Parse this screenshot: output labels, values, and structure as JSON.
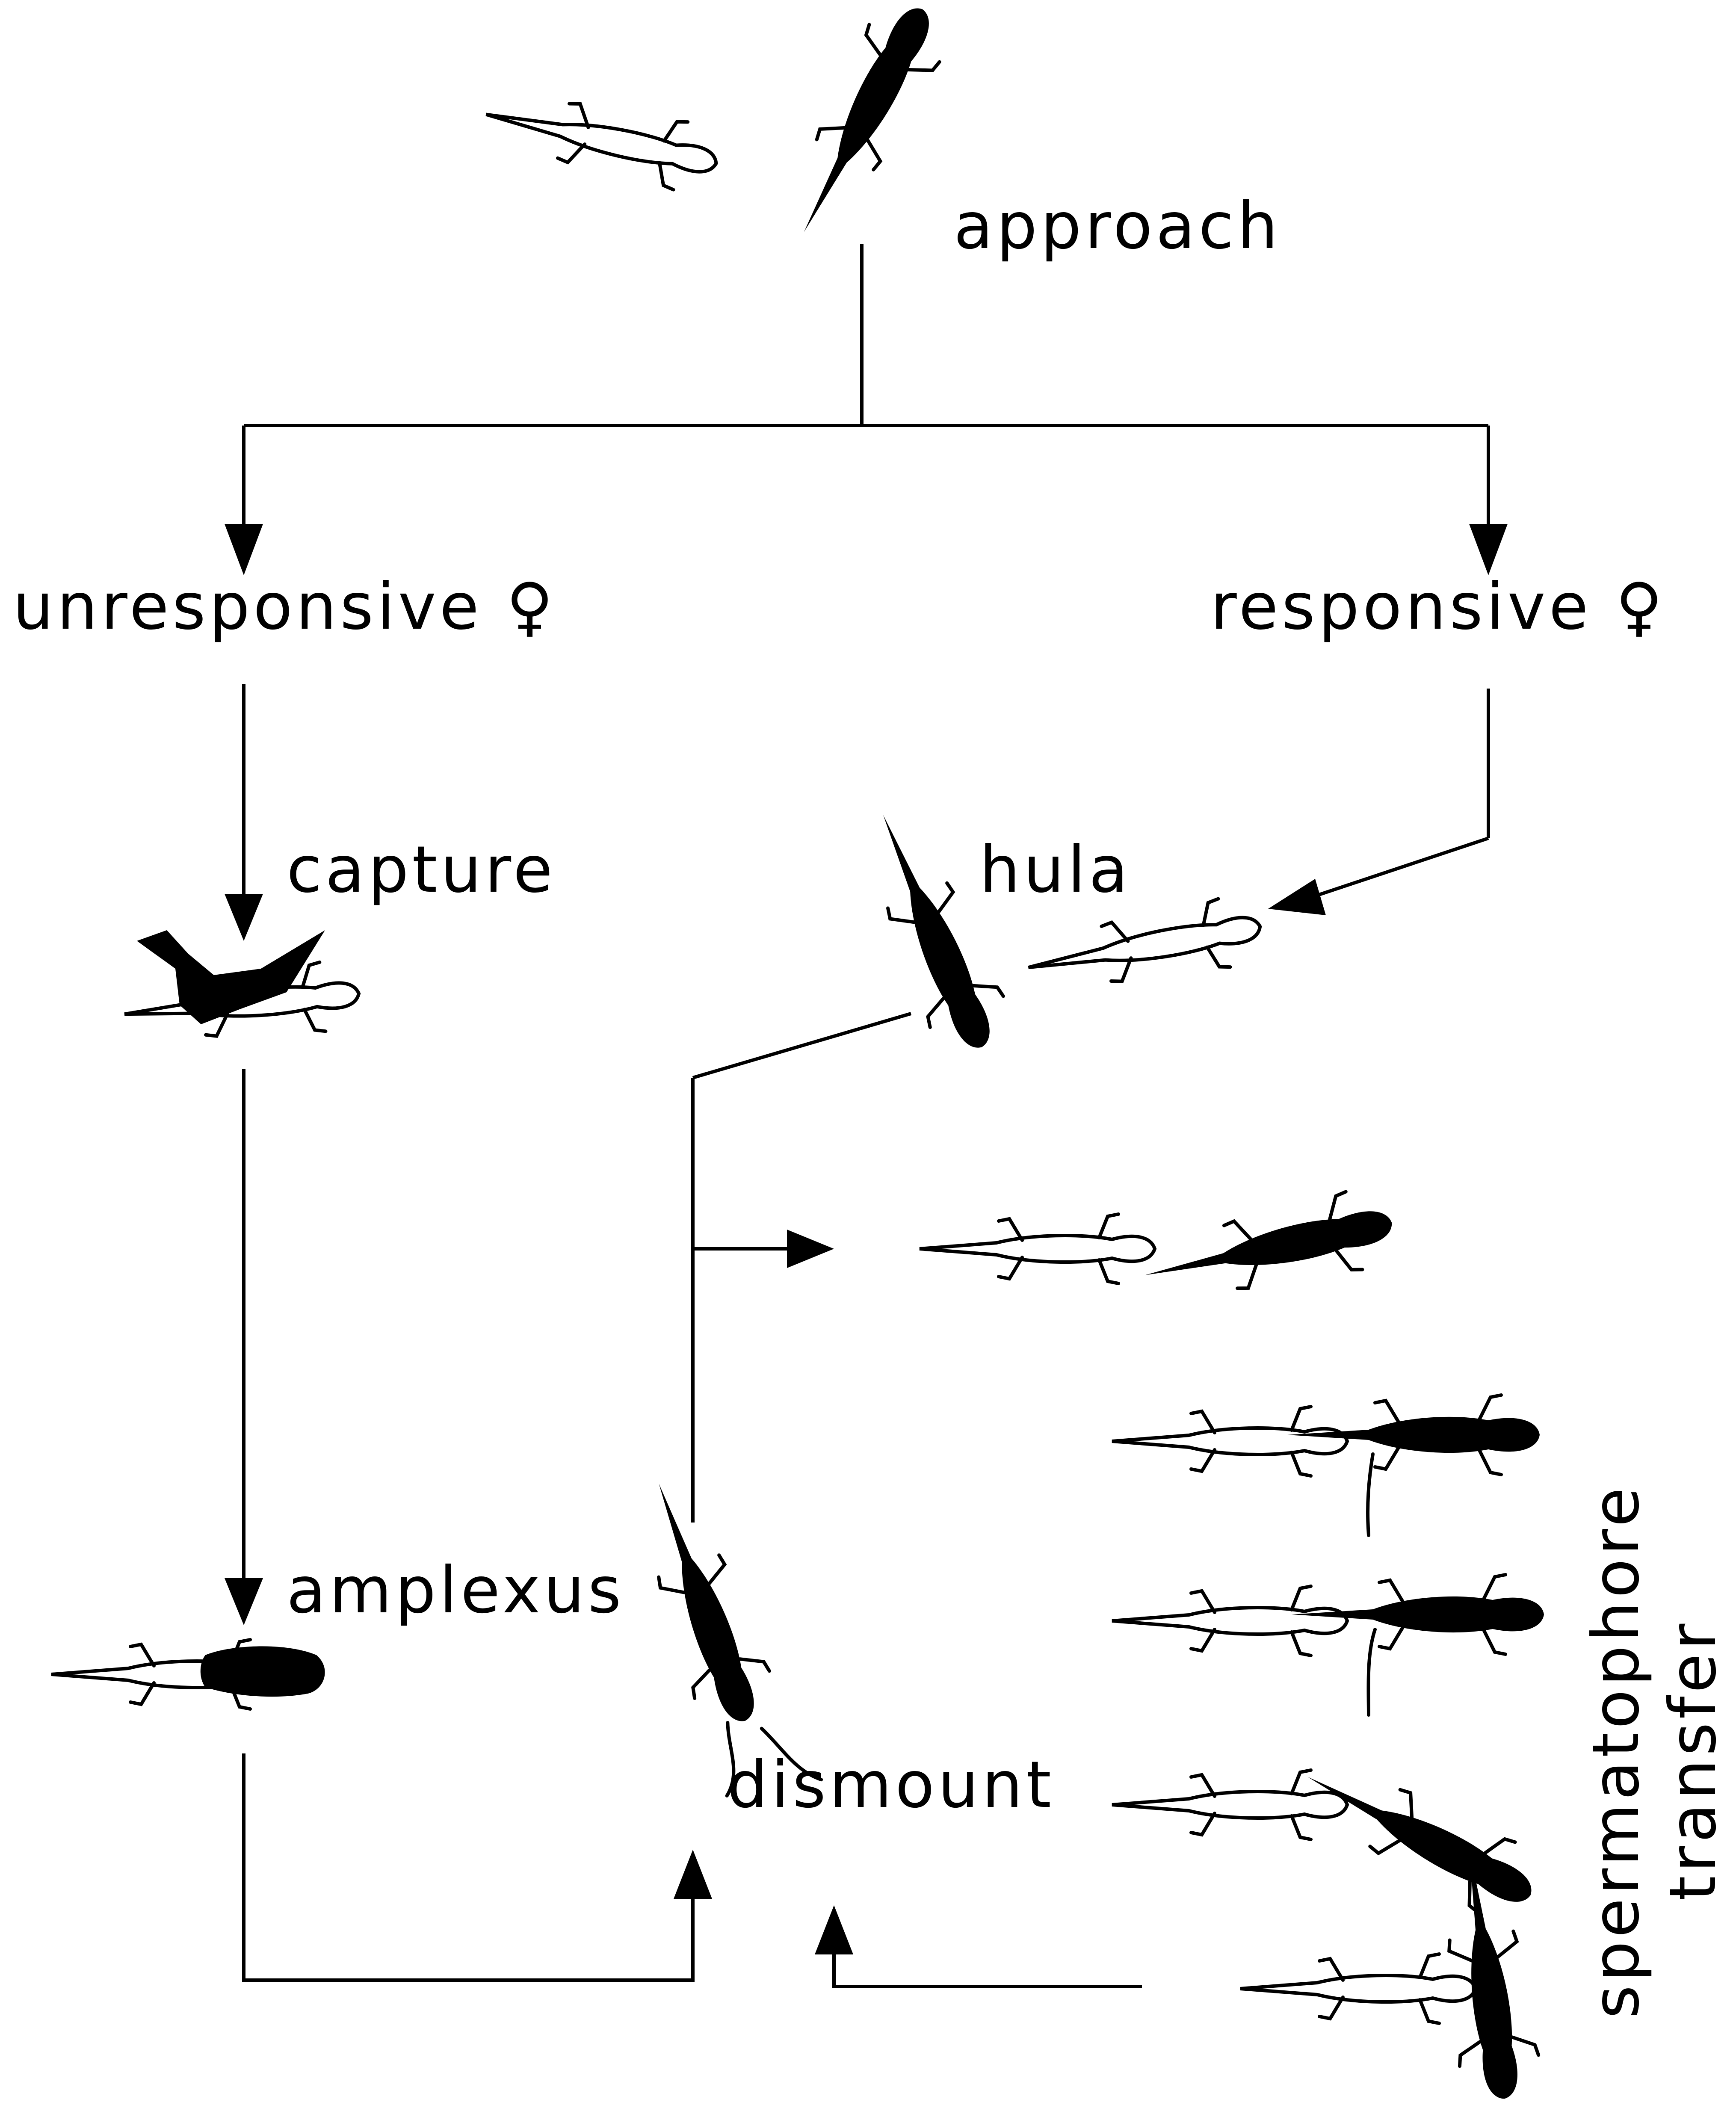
{
  "labels": {
    "approach": "approach",
    "unresponsive": "unresponsive ♀",
    "responsive": "responsive ♀",
    "capture": "capture",
    "hula": "hula",
    "amplexus": "amplexus",
    "dismount": "dismount",
    "spermatophore": "spermatophore",
    "transfer": "transfer"
  },
  "figures": [
    {
      "name": "female-salamander",
      "fill": "outline"
    },
    {
      "name": "male-salamander",
      "fill": "black"
    }
  ],
  "colors": {
    "ink": "#000000",
    "background": "#ffffff"
  }
}
